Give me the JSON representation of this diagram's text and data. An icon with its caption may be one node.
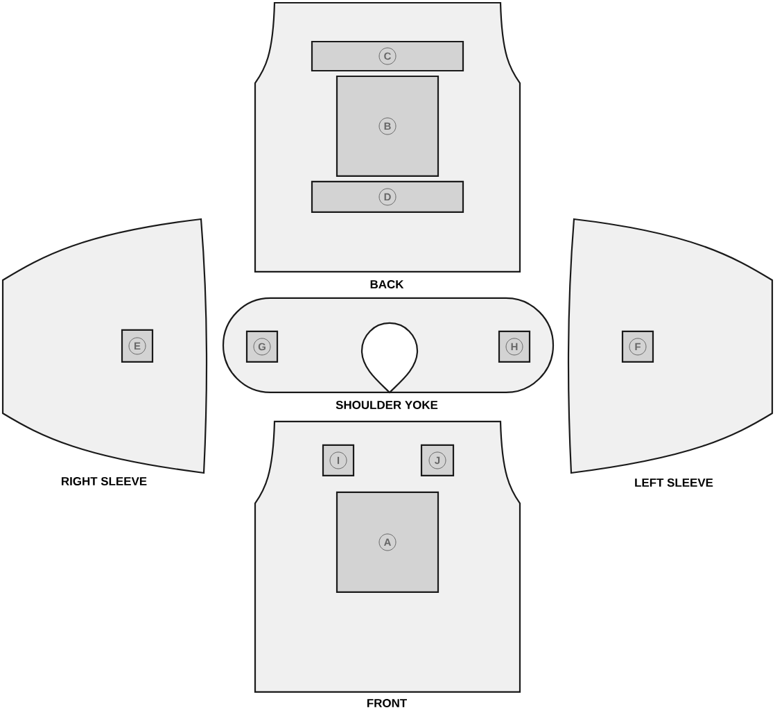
{
  "diagram": {
    "nodes": [
      {
        "text": [
          "BACK"
        ]
      },
      {
        "text": [
          "C"
        ],
        "in": 0
      },
      {
        "text": [
          "B"
        ],
        "in": 0
      },
      {
        "text": [
          "D"
        ],
        "in": 0
      },
      {
        "text": [
          "RIGHT SLEEVE"
        ]
      },
      {
        "text": [
          "E"
        ],
        "in": 4
      },
      {
        "text": [
          "SHOULDER YOKE"
        ]
      },
      {
        "text": [
          "G"
        ],
        "in": 6
      },
      {
        "text": [
          "H"
        ],
        "in": 6
      },
      {
        "text": [
          "LEFT SLEEVE"
        ]
      },
      {
        "text": [
          "F"
        ],
        "in": 9
      },
      {
        "text": [
          "FRONT"
        ]
      },
      {
        "text": [
          "I"
        ],
        "in": 11
      },
      {
        "text": [
          "J"
        ],
        "in": 11
      },
      {
        "text": [
          "A"
        ],
        "in": 11
      }
    ]
  }
}
